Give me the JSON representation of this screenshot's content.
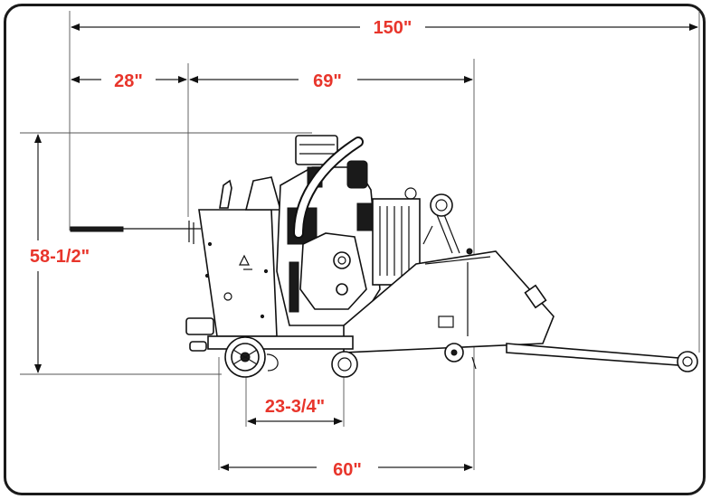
{
  "diagram": {
    "dimensions": {
      "overall_length": "150\"",
      "front_overhang": "28\"",
      "body_length": "69\"",
      "height": "58-1/2\"",
      "axle_offset": "23-3/4\"",
      "wheelbase": "60\""
    },
    "colors": {
      "dimension_text": "#e8352b",
      "line": "#1a1a1a",
      "frame": "#1a1a1a"
    }
  }
}
